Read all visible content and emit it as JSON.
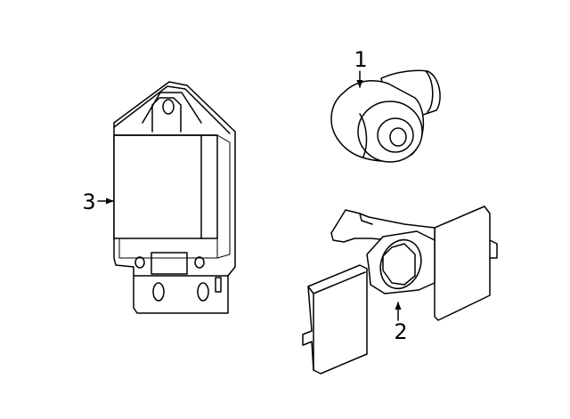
{
  "callouts": [
    {
      "id": "1",
      "text": "1"
    },
    {
      "id": "2",
      "text": "2"
    },
    {
      "id": "3",
      "text": "3"
    }
  ]
}
